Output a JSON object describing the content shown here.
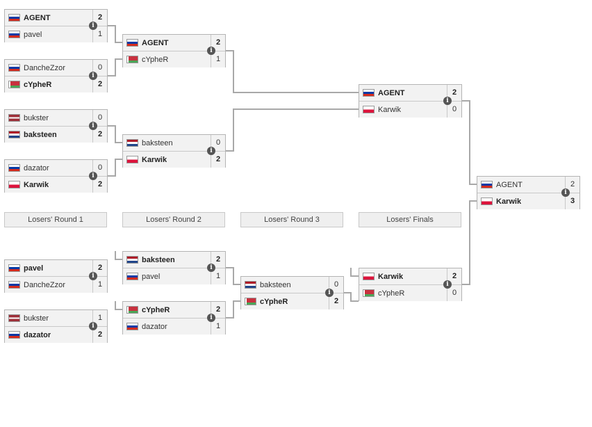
{
  "headers": [
    "Losers' Round 1",
    "Losers' Round 2",
    "Losers' Round 3",
    "Losers' Finals"
  ],
  "matches": [
    {
      "id": "ur1m1",
      "players": [
        {
          "name": "AGENT",
          "score": "2",
          "flag": "russia",
          "win": true
        },
        {
          "name": "pavel",
          "score": "1",
          "flag": "russia",
          "win": false
        }
      ]
    },
    {
      "id": "ur1m2",
      "players": [
        {
          "name": "DancheZzor",
          "score": "0",
          "flag": "russia",
          "win": false
        },
        {
          "name": "cYpheR",
          "score": "2",
          "flag": "belarus",
          "win": true
        }
      ]
    },
    {
      "id": "ur1m3",
      "players": [
        {
          "name": "bukster",
          "score": "0",
          "flag": "latvia",
          "win": false
        },
        {
          "name": "baksteen",
          "score": "2",
          "flag": "netherlands",
          "win": true
        }
      ]
    },
    {
      "id": "ur1m4",
      "players": [
        {
          "name": "dazator",
          "score": "0",
          "flag": "russia",
          "win": false
        },
        {
          "name": "Karwik",
          "score": "2",
          "flag": "poland",
          "win": true
        }
      ]
    },
    {
      "id": "ur2m1",
      "players": [
        {
          "name": "AGENT",
          "score": "2",
          "flag": "russia",
          "win": true
        },
        {
          "name": "cYpheR",
          "score": "1",
          "flag": "belarus",
          "win": false
        }
      ]
    },
    {
      "id": "ur2m2",
      "players": [
        {
          "name": "baksteen",
          "score": "0",
          "flag": "netherlands",
          "win": false
        },
        {
          "name": "Karwik",
          "score": "2",
          "flag": "poland",
          "win": true
        }
      ]
    },
    {
      "id": "uf",
      "players": [
        {
          "name": "AGENT",
          "score": "2",
          "flag": "russia",
          "win": true
        },
        {
          "name": "Karwik",
          "score": "0",
          "flag": "poland",
          "win": false
        }
      ]
    },
    {
      "id": "gf",
      "players": [
        {
          "name": "AGENT",
          "score": "2",
          "flag": "russia",
          "win": false
        },
        {
          "name": "Karwik",
          "score": "3",
          "flag": "poland",
          "win": true
        }
      ]
    },
    {
      "id": "lr1m1",
      "players": [
        {
          "name": "pavel",
          "score": "2",
          "flag": "russia",
          "win": true
        },
        {
          "name": "DancheZzor",
          "score": "1",
          "flag": "russia",
          "win": false
        }
      ]
    },
    {
      "id": "lr1m2",
      "players": [
        {
          "name": "bukster",
          "score": "1",
          "flag": "latvia",
          "win": false
        },
        {
          "name": "dazator",
          "score": "2",
          "flag": "russia",
          "win": true
        }
      ]
    },
    {
      "id": "lr2m1",
      "players": [
        {
          "name": "baksteen",
          "score": "2",
          "flag": "netherlands",
          "win": true
        },
        {
          "name": "pavel",
          "score": "1",
          "flag": "russia",
          "win": false
        }
      ]
    },
    {
      "id": "lr2m2",
      "players": [
        {
          "name": "cYpheR",
          "score": "2",
          "flag": "belarus",
          "win": true
        },
        {
          "name": "dazator",
          "score": "1",
          "flag": "russia",
          "win": false
        }
      ]
    },
    {
      "id": "lr3",
      "players": [
        {
          "name": "baksteen",
          "score": "0",
          "flag": "netherlands",
          "win": false
        },
        {
          "name": "cYpheR",
          "score": "2",
          "flag": "belarus",
          "win": true
        }
      ]
    },
    {
      "id": "lf",
      "players": [
        {
          "name": "Karwik",
          "score": "2",
          "flag": "poland",
          "win": true
        },
        {
          "name": "cYpheR",
          "score": "0",
          "flag": "belarus",
          "win": false
        }
      ]
    }
  ],
  "info_icon": "i",
  "colors": {
    "line": "#a8a8a8",
    "match_bg": "#f2f2f2",
    "info_bg": "#555555"
  }
}
